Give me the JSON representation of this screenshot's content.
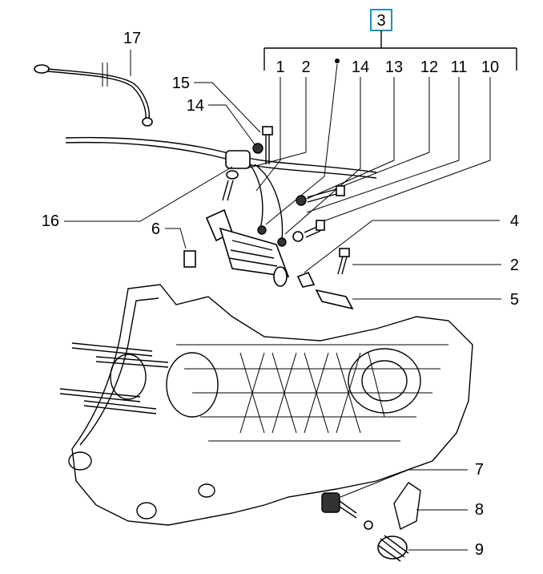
{
  "title_box": "3",
  "group_labels": [
    "1",
    "2",
    "14",
    "13",
    "12",
    "11",
    "10"
  ],
  "group_dot": "•",
  "callouts": {
    "c17": "17",
    "c15": "15",
    "c14": "14",
    "c16": "16",
    "c6": "6",
    "c4": "4",
    "c2": "2",
    "c5": "5",
    "c7": "7",
    "c8": "8",
    "c9": "9"
  },
  "colors": {
    "accent": "#1f8fbf",
    "line": "#000000"
  }
}
